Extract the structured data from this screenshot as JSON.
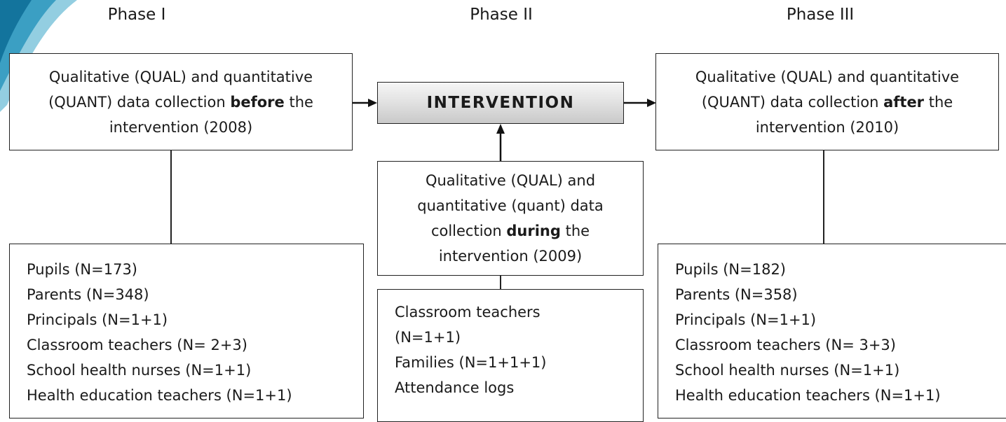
{
  "phases": [
    "Phase I",
    "Phase II",
    "Phase III"
  ],
  "intervention_label": "INTERVENTION",
  "phase1": {
    "collection": {
      "line1": "Qualitative (QUAL) and quantitative",
      "line2_pre": "(QUANT) data collection ",
      "line2_bold": "before",
      "line2_post": " the",
      "line3": "intervention (2008)"
    },
    "participants": [
      "Pupils (N=173)",
      "Parents (N=348)",
      "Principals (N=1+1)",
      "Classroom teachers (N= 2+3)",
      "School health nurses (N=1+1)",
      "Health education teachers (N=1+1)"
    ]
  },
  "phase2": {
    "collection": {
      "line1": "Qualitative (QUAL) and",
      "line2": "quantitative (quant) data",
      "line3_pre": "collection ",
      "line3_bold": "during",
      "line3_post": " the",
      "line4": "intervention (2009)"
    },
    "participants": [
      "Classroom teachers",
      "(N=1+1)",
      "Families (N=1+1+1)",
      "Attendance logs"
    ]
  },
  "phase3": {
    "collection": {
      "line1": "Qualitative (QUAL) and quantitative",
      "line2_pre": "(QUANT) data collection ",
      "line2_bold": "after",
      "line2_post": " the",
      "line3": "intervention (2010)"
    },
    "participants": [
      "Pupils (N=182)",
      "Parents (N=358)",
      "Principals (N=1+1)",
      "Classroom teachers (N= 3+3)",
      "School health nurses (N=1+1)",
      "Health education teachers (N=1+1)"
    ]
  }
}
